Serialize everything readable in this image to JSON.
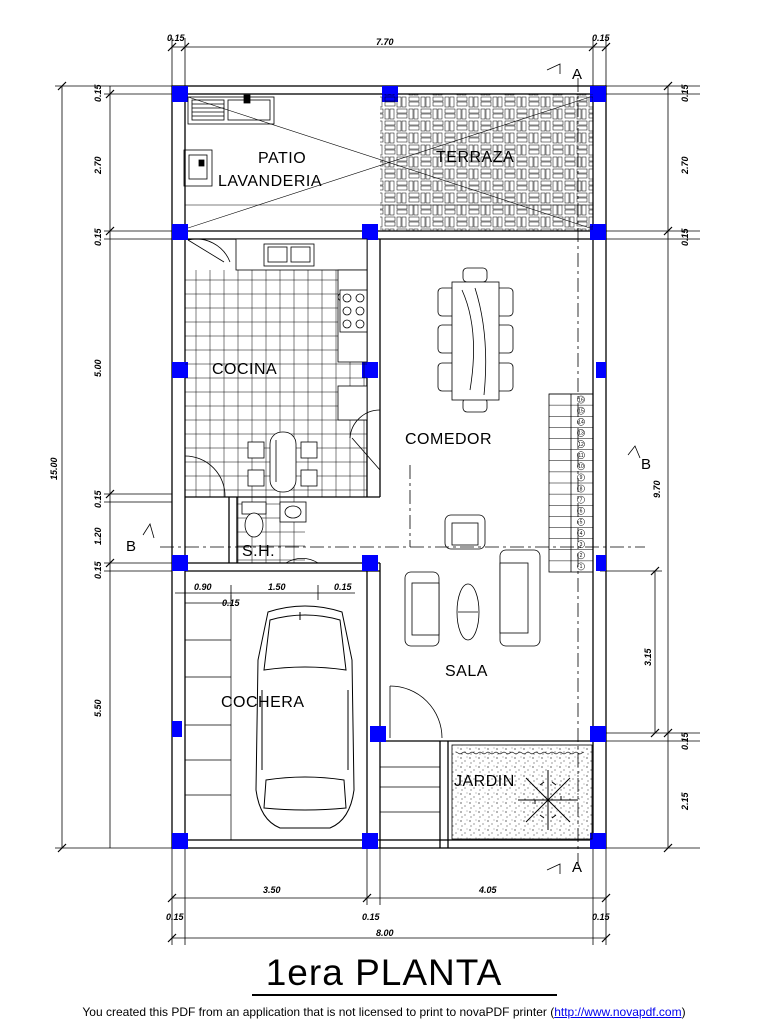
{
  "plan": {
    "title": "1era PLANTA",
    "rooms": {
      "patio_1": "PATIO",
      "patio_2": "LAVANDERIA",
      "terraza": "TERRAZA",
      "cocina": "COCINA",
      "comedor": "COMEDOR",
      "sh": "S.H.",
      "sala": "SALA",
      "cochera": "COCHERA",
      "jardin": "JARDIN"
    },
    "section_marks": {
      "a": "A",
      "b": "B"
    },
    "dims_top": {
      "left": "0.15",
      "middle": "7.70",
      "right": "0.15"
    },
    "dims_bottom": {
      "w1": "3.50",
      "w2": "4.05",
      "t1": "0.15",
      "t2": "0.15",
      "t3": "0.15",
      "total": "8.00"
    },
    "dims_left": {
      "total": "15.00",
      "d1": "0.15",
      "d2": "2.70",
      "d3": "0.15",
      "d4": "5.00",
      "d5": "0.15",
      "d6": "1.20",
      "d7": "0.15",
      "d8": "5.50"
    },
    "dims_right": {
      "d1": "0.15",
      "d2": "2.70",
      "d3": "0.15",
      "d4": "9.70",
      "d5": "3.15",
      "d6": "0.15",
      "d7": "2.15"
    },
    "dims_inner": {
      "a": "0.90",
      "b": "1.50",
      "c": "0.15",
      "d": "0.15"
    },
    "stair_steps": [
      "1",
      "2",
      "3",
      "4",
      "5",
      "6",
      "7",
      "8",
      "9",
      "10",
      "11",
      "12",
      "13",
      "14",
      "15",
      "16"
    ]
  },
  "footer": {
    "text_before": "You created this PDF from an application that is not licensed to print to novaPDF printer (",
    "link": "http://www.novapdf.com",
    "text_after": ")"
  },
  "colors": {
    "column": "#0000ff",
    "line": "#000000",
    "background": "#ffffff"
  }
}
